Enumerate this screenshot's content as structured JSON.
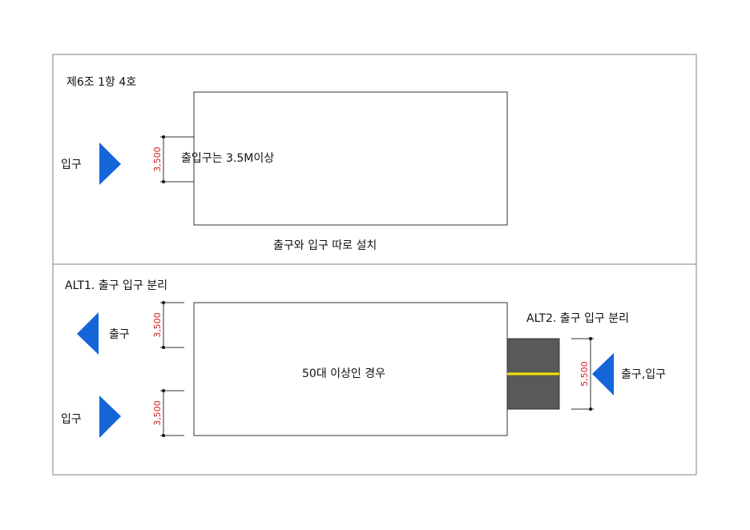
{
  "top_section": {
    "heading": "제6조 1항 4호",
    "entrance_label": "입구",
    "building_text": "출입구는 3.5M이상",
    "dimension": "3,500",
    "caption": "출구와 입구 따로 설치"
  },
  "bottom_section": {
    "alt1_heading": "ALT1. 출구 입구 분리",
    "exit_label": "출구",
    "entrance_label": "입구",
    "dimension_exit": "3,500",
    "dimension_entrance": "3,500",
    "building_text": "50대 이상인 경우",
    "alt2_heading": "ALT2. 출구 입구 분리",
    "combined_label": "출구,입구",
    "dimension_combined": "5,500"
  },
  "colors": {
    "arrow": "#1565d8",
    "dimension_text": "#d62020",
    "road": "#595959",
    "road_centerline": "#f2e600",
    "frame": "#808080"
  },
  "icons": {
    "entrance_arrow": "arrow-right-icon",
    "exit_arrow": "arrow-left-icon",
    "combined_arrow": "arrow-left-icon"
  }
}
